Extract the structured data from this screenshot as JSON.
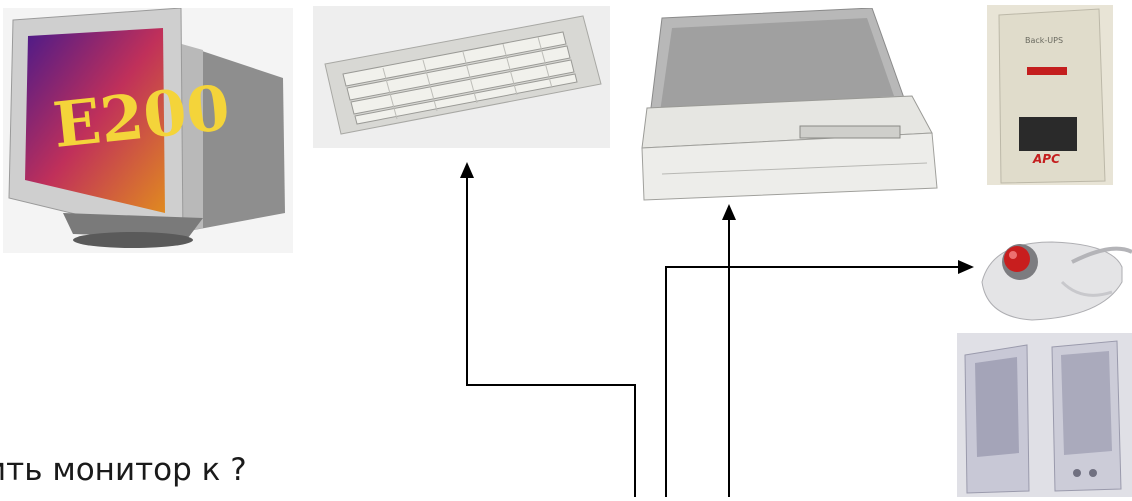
{
  "question": "ить монитор к ?",
  "devices": {
    "monitor": {
      "brand": "E200"
    },
    "ups": {
      "brand": "APC",
      "panel_text": "Back-UPS"
    }
  },
  "colors": {
    "connector": "#000000",
    "monitor_screen": "#7a1f9a",
    "monitor_text": "#f4d43a",
    "trackball_ball": "#c81e1e",
    "ups_brand": "#c41e1e"
  },
  "icons": [
    "monitor-icon",
    "keyboard-icon",
    "printer-icon",
    "ups-icon",
    "trackball-icon",
    "speakers-icon",
    "arrowhead-icon"
  ]
}
